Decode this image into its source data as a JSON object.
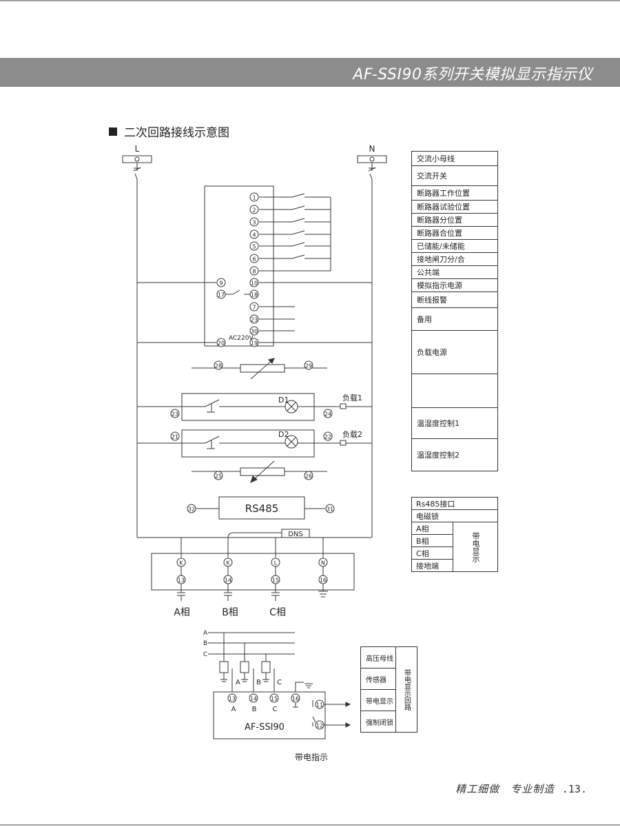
{
  "header": {
    "title": "AF-SSI90系列开关模拟显示指示仪"
  },
  "section": {
    "title": "二次回路接线示意图"
  },
  "diagram": {
    "bus_l": "L",
    "bus_n": "N",
    "terminals_right": [
      "1",
      "2",
      "3",
      "4",
      "5",
      "6",
      "8",
      "10",
      "18",
      "7",
      "23",
      "30",
      "19"
    ],
    "terminal_9": "9",
    "terminal_17": "17",
    "terminal_20": "20",
    "ac_label": "AC220V",
    "t28": "28",
    "t29": "29",
    "d1": "D1",
    "d2": "D2",
    "load1": "负载1",
    "load2": "负载2",
    "t23": "23",
    "t24": "24",
    "t21": "21",
    "t22": "22",
    "t25": "25",
    "t26": "26",
    "rs485": "RS485",
    "t32": "32",
    "t31": "31",
    "dns": "DNS",
    "sensor_letters": [
      "K",
      "K",
      "L",
      "N"
    ],
    "sensor_numbers": [
      "13",
      "14",
      "15",
      "16"
    ],
    "phase_labels": [
      "A相",
      "B相",
      "C相"
    ]
  },
  "diagram2": {
    "bus_letters": [
      "A",
      "B",
      "C"
    ],
    "terminals": [
      "13",
      "14",
      "15",
      "16"
    ],
    "terminal_letters": [
      "A",
      "B",
      "C"
    ],
    "tap_letters": [
      "A",
      "B",
      "C"
    ],
    "t11": "11",
    "t12": "12",
    "device": "AF-SSI90",
    "caption": "带电指示"
  },
  "legend": {
    "rows": [
      "交流小母线",
      "交流开关",
      "断路器工作位置",
      "断路器试验位置",
      "断路器分位置",
      "断路器合位置",
      "已储能/未储能",
      "接地闸刀分/合",
      "公共端",
      "模拟指示电源",
      "断线报警",
      "备用",
      "负载电源",
      "",
      "温湿度控制1",
      "温湿度控制2"
    ]
  },
  "legend2": {
    "rows": [
      "Rs485接口",
      "电磁锁",
      "A相",
      "B相",
      "C相",
      "接地端"
    ],
    "side": "带电显示"
  },
  "legend3": {
    "rows": [
      "高压母线",
      "传感器",
      "带电显示",
      "强制闭锁"
    ],
    "side": "带电显示回路"
  },
  "footer": {
    "slogan": "精工细做　专业制造",
    "page": ".13."
  }
}
